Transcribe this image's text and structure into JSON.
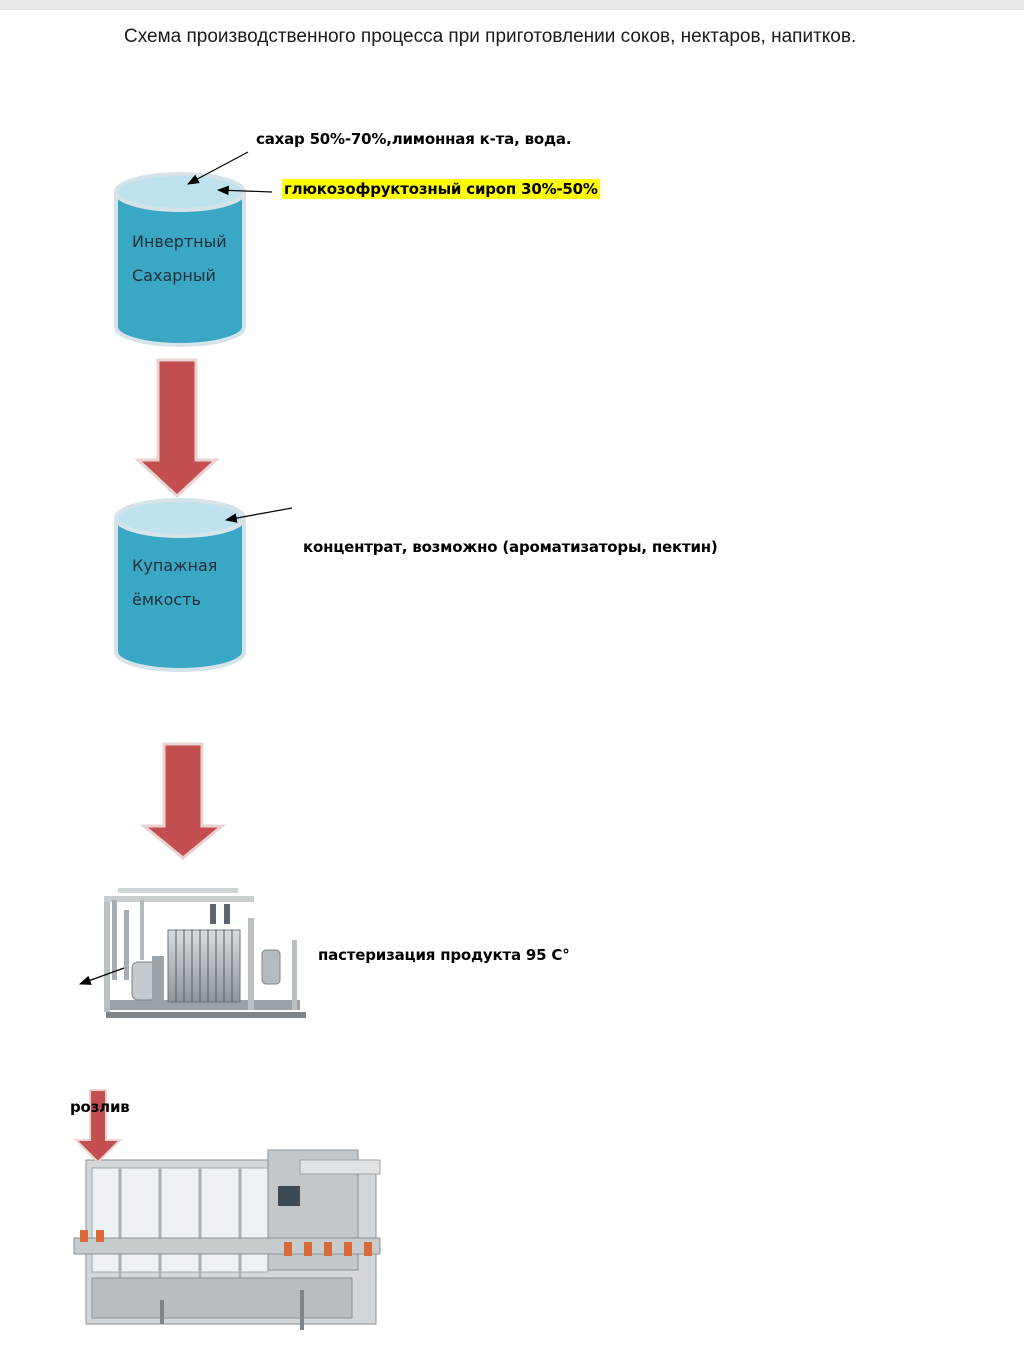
{
  "title": "Схема производственного процесса при  приготовлении соков, нектаров, напитков.",
  "labels": {
    "sugar_inputs": "сахар 50%-70%,лимонная к-та, вода.",
    "glucose_syrup": "глюкозофруктозный сироп 30%-50%",
    "concentrate": "концентрат, возможно (ароматизаторы, пектин)",
    "pasteurization": "пастеризация продукта  95 С°",
    "filling": "розлив"
  },
  "tanks": [
    {
      "line1": "Инвертный",
      "line2": "Сахарный"
    },
    {
      "line1": "Купажная",
      "line2": "ёмкость"
    }
  ],
  "colors": {
    "tank_body": "#3aa7c4",
    "tank_top": "#bfe3ee",
    "arrow": "#c44f50",
    "highlight": "#ffff00"
  },
  "images": {
    "pasteurizer": "plate-pasteurizer-machine",
    "filler": "bottle-filling-machine"
  }
}
